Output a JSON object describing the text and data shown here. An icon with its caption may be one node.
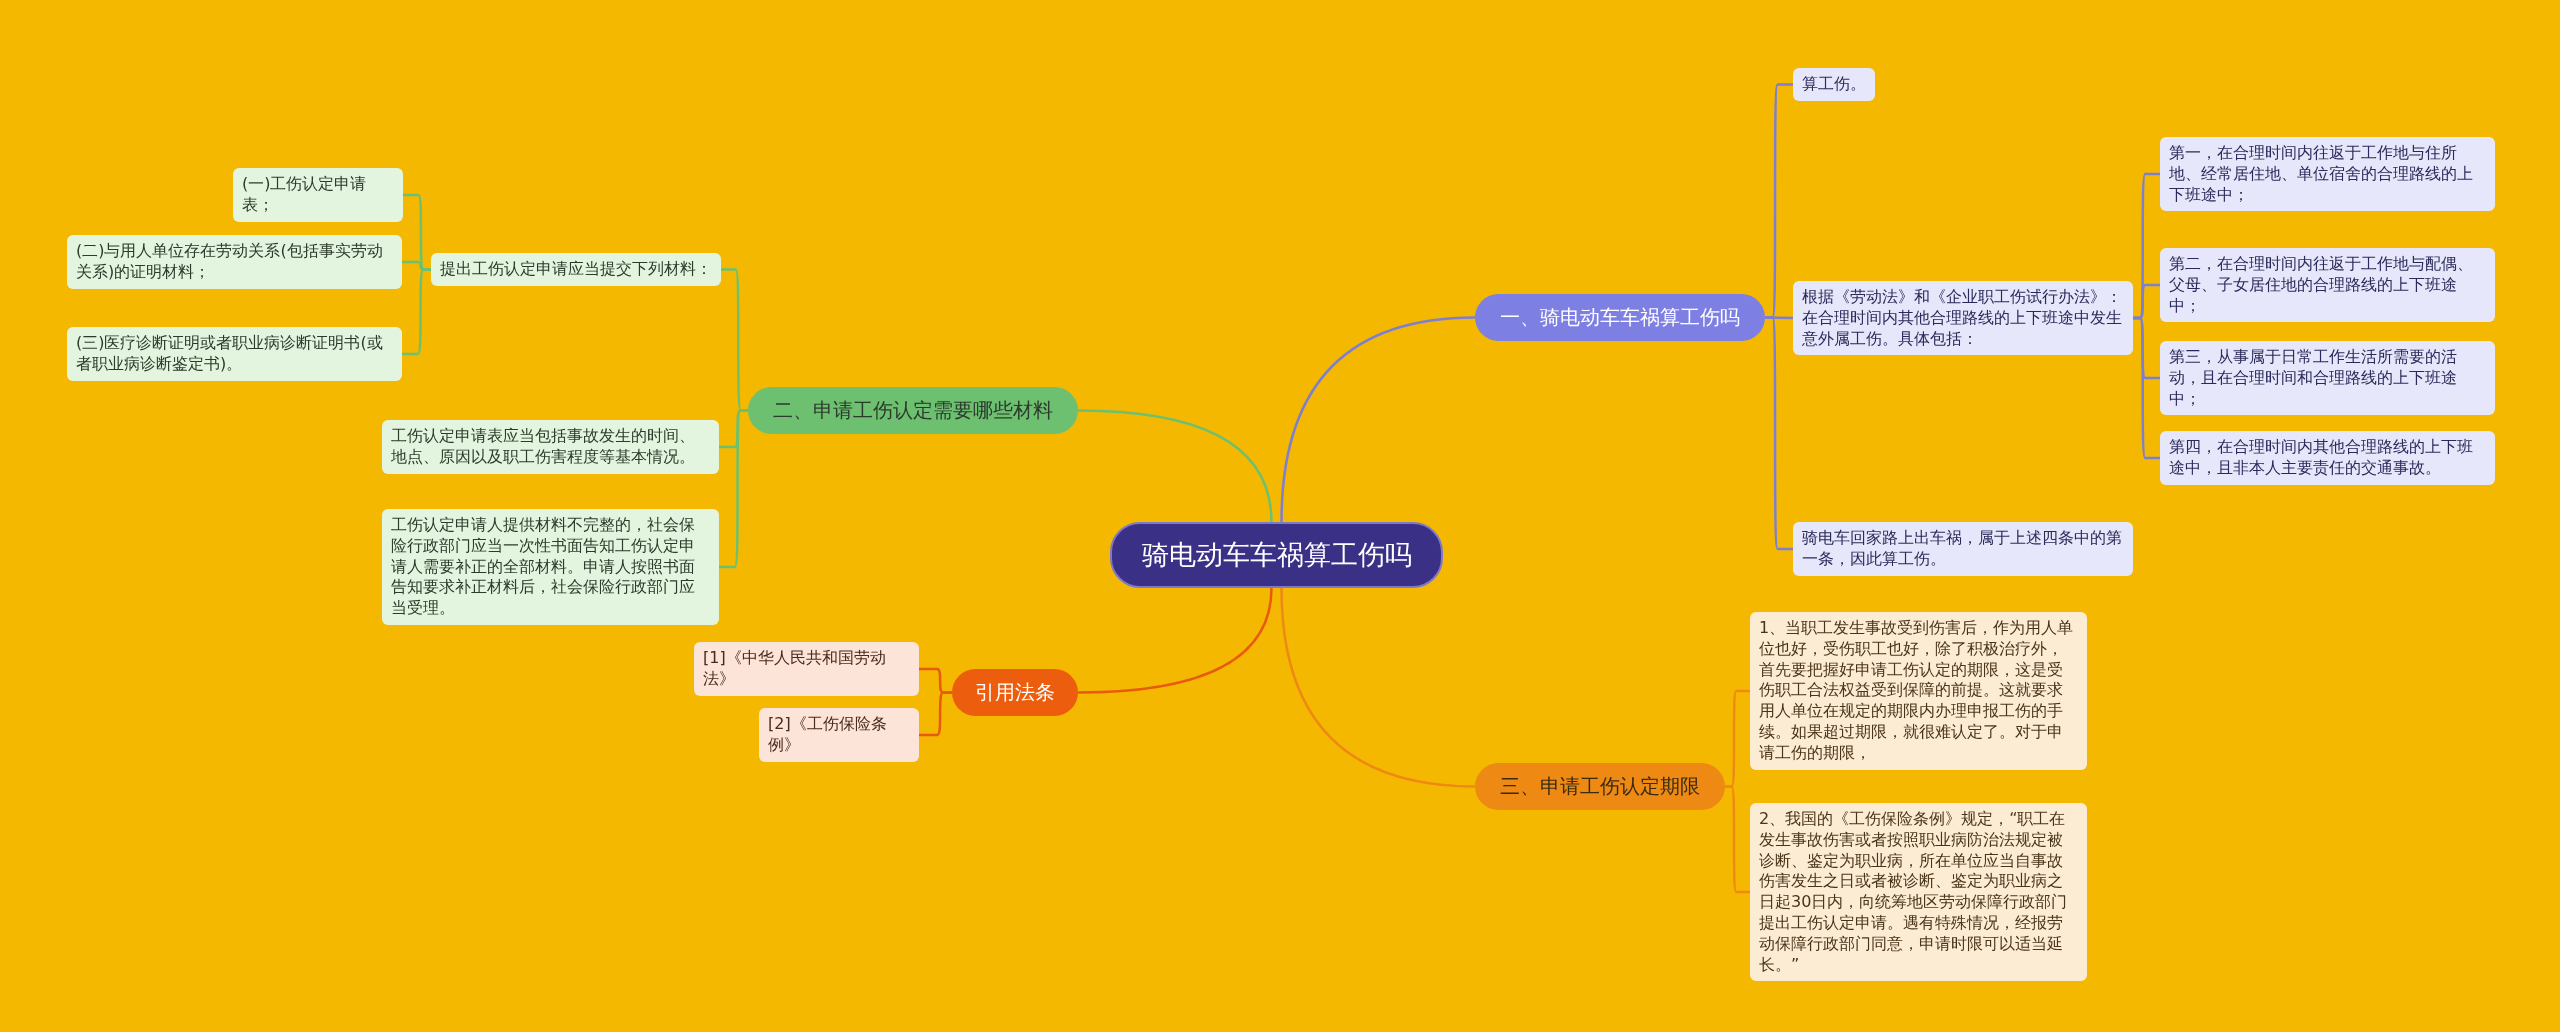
{
  "diagram": {
    "nodes": [
      {
        "text": [
          "骑电动车车祸算工伤吗"
        ]
      },
      {
        "text": [
          "一、骑电动车车祸算工伤吗"
        ]
      },
      {
        "text": [
          "算工伤。"
        ]
      },
      {
        "text": [
          "根据《劳动法》和《企业职工伤试行办法》：在合理时间内其他合理路线的上下班途中发生意外属工伤。具体包括："
        ]
      },
      {
        "text": [
          "第一，在合理时间内往返于工作地与住所地、经常居住地、单位宿舍的合理路线的上下班途中；"
        ]
      },
      {
        "text": [
          "第二，在合理时间内往返于工作地与配偶、父母、子女居住地的合理路线的上下班途中；"
        ]
      },
      {
        "text": [
          "第三，从事属于日常工作生活所需要的活动，且在合理时间和合理路线的上下班途中；"
        ]
      },
      {
        "text": [
          "第四，在合理时间内其他合理路线的上下班途中，且非本人主要责任的交通事故。"
        ]
      },
      {
        "text": [
          "骑电车回家路上出车祸，属于上述四条中的第一条，因此算工伤。"
        ]
      },
      {
        "text": [
          "二、申请工伤认定需要哪些材料"
        ]
      },
      {
        "text": [
          "提出工伤认定申请应当提交下列材料："
        ]
      },
      {
        "text": [
          "(一)工伤认定申请表；"
        ]
      },
      {
        "text": [
          "(二)与用人单位存在劳动关系(包括事实劳动关系)的证明材料；"
        ]
      },
      {
        "text": [
          "(三)医疗诊断证明或者职业病诊断证明书(或者职业病诊断鉴定书)。"
        ]
      },
      {
        "text": [
          "工伤认定申请表应当包括事故发生的时间、地点、原因以及职工伤害程度等基本情况。"
        ]
      },
      {
        "text": [
          "工伤认定申请人提供材料不完整的，社会保险行政部门应当一次性书面告知工伤认定申请人需要补正的全部材料。申请人按照书面告知要求补正材料后，社会保险行政部门应当受理。"
        ]
      },
      {
        "text": [
          "引用法条"
        ]
      },
      {
        "text": [
          "[1]《中华人民共和国劳动法》"
        ]
      },
      {
        "text": [
          "[2]《工伤保险条例》"
        ]
      },
      {
        "text": [
          "三、申请工伤认定期限"
        ]
      },
      {
        "text": [
          "1、当职工发生事故受到伤害后，作为用人单位也好，受伤职工也好，除了积极治疗外，首先要把握好申请工伤认定的期限，这是受伤职工合法权益受到保障的前提。这就要求用人单位在规定的期限内办理申报工伤的手续。如果超过期限，就很难认定了。对于申请工伤的期限，"
        ]
      },
      {
        "text": [
          "2、我国的《工伤保险条例》规定，“职工在发生事故伤害或者按照职业病防治法规定被诊断、鉴定为职业病，所在单位应当自事故伤害发生之日或者被诊断、鉴定为职业病之日起30日内，向统筹地区劳动保障行政部门提出工伤认定申请。遇有特殊情况，经报劳动保障行政部门同意，申请时限可以适当延长。”"
        ]
      }
    ],
    "edges": [
      {
        "from": 0,
        "to": 1,
        "arrow": "none"
      },
      {
        "from": 1,
        "to": 2,
        "arrow": "none"
      },
      {
        "from": 1,
        "to": 3,
        "arrow": "none"
      },
      {
        "from": 3,
        "to": 4,
        "arrow": "none"
      },
      {
        "from": 3,
        "to": 5,
        "arrow": "none"
      },
      {
        "from": 3,
        "to": 6,
        "arrow": "none"
      },
      {
        "from": 3,
        "to": 7,
        "arrow": "none"
      },
      {
        "from": 1,
        "to": 8,
        "arrow": "none"
      },
      {
        "from": 0,
        "to": 9,
        "arrow": "none",
        "color": "#6cc070"
      },
      {
        "from": 9,
        "to": 10,
        "arrow": "none",
        "color": "#6cc070"
      },
      {
        "from": 10,
        "to": 11,
        "arrow": "none",
        "color": "#6cc070"
      },
      {
        "from": 10,
        "to": 12,
        "arrow": "none",
        "color": "#6cc070"
      },
      {
        "from": 10,
        "to": 13,
        "arrow": "none",
        "color": "#6cc070"
      },
      {
        "from": 9,
        "to": 14,
        "arrow": "none",
        "color": "#6cc070"
      },
      {
        "from": 9,
        "to": 15,
        "arrow": "none",
        "color": "#6cc070"
      },
      {
        "from": 0,
        "to": 16,
        "arrow": "none",
        "color": "#e85a10"
      },
      {
        "from": 16,
        "to": 17,
        "arrow": "none",
        "color": "#e85a10"
      },
      {
        "from": 16,
        "to": 18,
        "arrow": "none",
        "color": "#e85a10"
      },
      {
        "from": 0,
        "to": 19,
        "arrow": "none",
        "color": "#ee8a14"
      },
      {
        "from": 19,
        "to": 20,
        "arrow": "none",
        "color": "#ee8a14"
      },
      {
        "from": 19,
        "to": 21,
        "arrow": "none",
        "color": "#ee8a14"
      }
    ]
  }
}
